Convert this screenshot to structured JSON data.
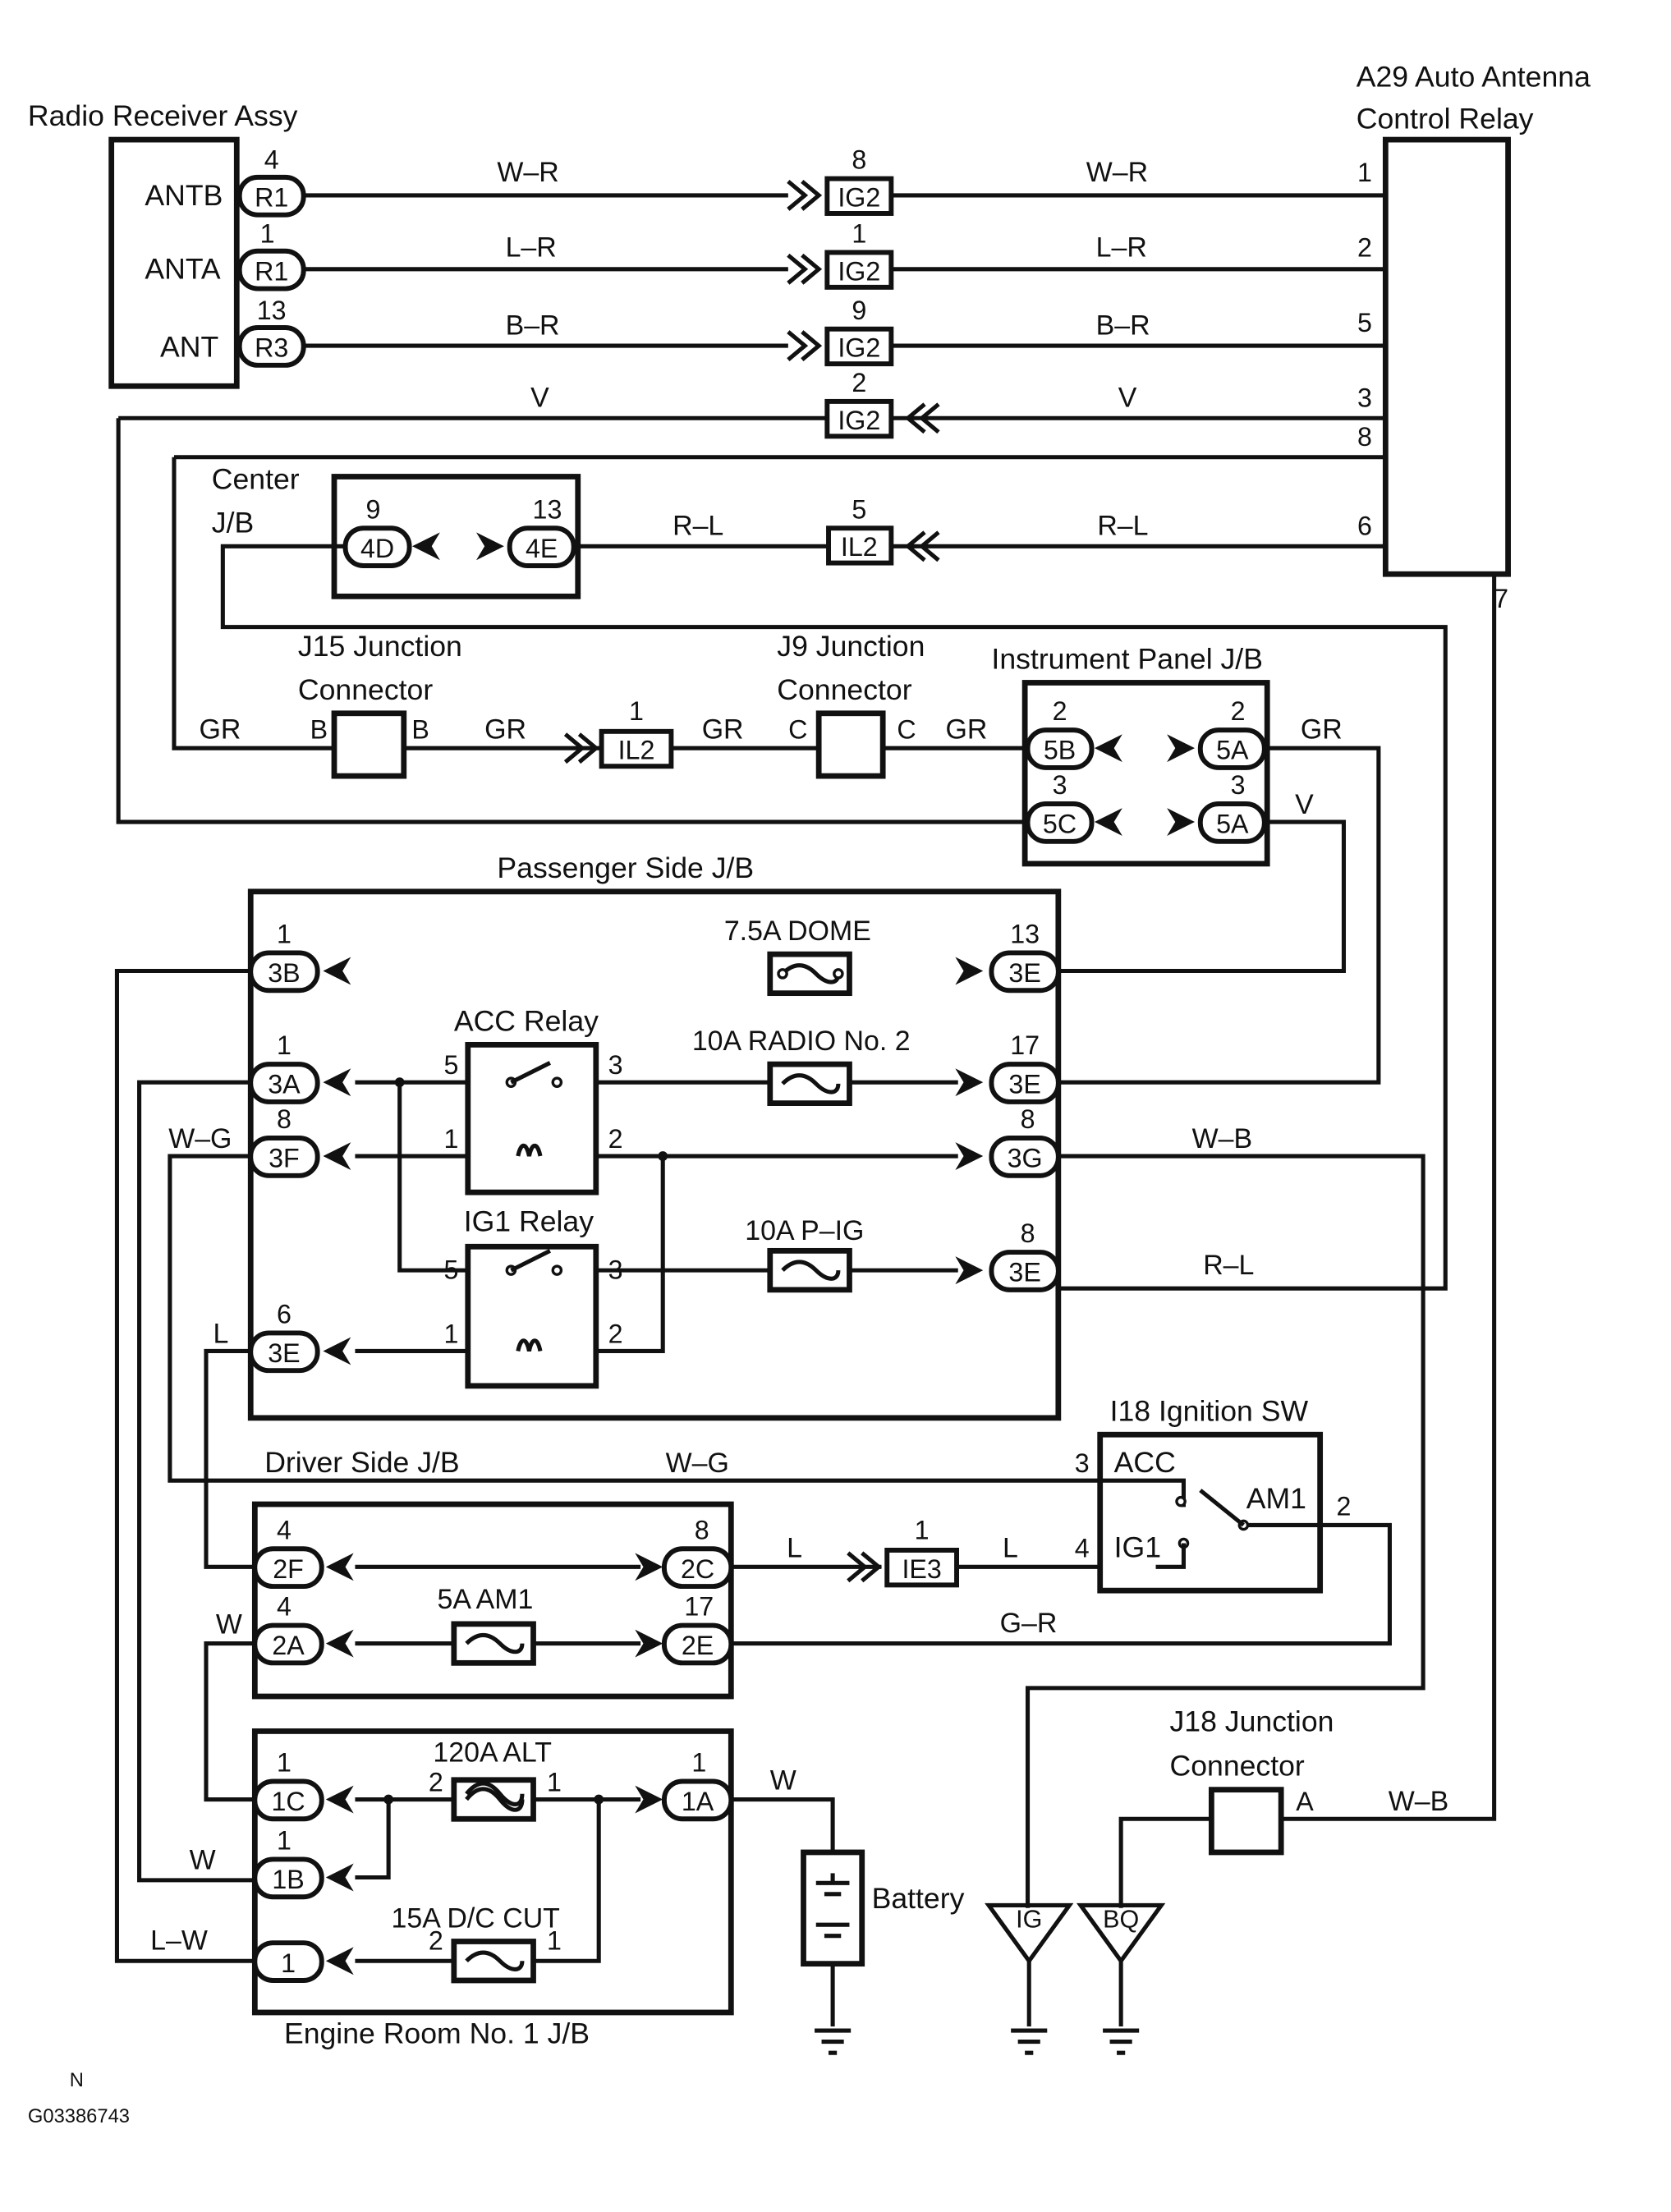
{
  "components": {
    "radio_receiver": {
      "title": "Radio Receiver Assy",
      "pins": [
        "ANTB",
        "ANTA",
        "ANT"
      ]
    },
    "antenna_relay": {
      "title_line1": "A29 Auto Antenna",
      "title_line2": "Control Relay"
    },
    "center_jb": {
      "title_line1": "Center",
      "title_line2": "J/B"
    },
    "j15": {
      "title_line1": "J15 Junction",
      "title_line2": "Connector"
    },
    "j9": {
      "title_line1": "J9 Junction",
      "title_line2": "Connector"
    },
    "instrument_panel_jb": {
      "title": "Instrument Panel J/B"
    },
    "passenger_jb": {
      "title": "Passenger Side J/B"
    },
    "acc_relay": {
      "title": "ACC Relay"
    },
    "ig1_relay": {
      "title": "IG1 Relay"
    },
    "ignition_switch": {
      "title": "I18 Ignition SW",
      "acc": "ACC",
      "ig1": "IG1",
      "am1": "AM1"
    },
    "driver_jb": {
      "title": "Driver Side J/B"
    },
    "engine_room_jb": {
      "title": "Engine Room No. 1 J/B"
    },
    "j18": {
      "title_line1": "J18 Junction",
      "title_line2": "Connector"
    },
    "battery": {
      "label": "Battery"
    },
    "grounds": [
      "IG",
      "BQ"
    ]
  },
  "fuses": [
    "7.5A DOME",
    "10A RADIO No. 2",
    "10A P–IG",
    "5A AM1",
    "120A ALT",
    "15A D/C CUT"
  ],
  "connectors": {
    "r1a": "R1",
    "r1b": "R1",
    "r3": "R3",
    "ig2a": "IG2",
    "ig2b": "IG2",
    "ig2c": "IG2",
    "ig2d": "IG2",
    "il2a": "IL2",
    "il2b": "IL2",
    "ie3": "IE3",
    "c4d": "4D",
    "c4e": "4E",
    "c5b": "5B",
    "c5a1": "5A",
    "c5c": "5C",
    "c5a2": "5A",
    "c3b": "3B",
    "c3e1": "3E",
    "c3a": "3A",
    "c3e2": "3E",
    "c3f": "3F",
    "c3g": "3G",
    "c3e3": "3E",
    "c3e4": "3E",
    "c2f": "2F",
    "c2c": "2C",
    "c2a": "2A",
    "c2e": "2E",
    "c1c": "1C",
    "c1a": "1A",
    "c1b": "1B",
    "c1": "1"
  },
  "wire_colors": {
    "wr1": "W–R",
    "wr2": "W–R",
    "lr1": "L–R",
    "lr2": "L–R",
    "br1": "B–R",
    "br2": "B–R",
    "v1": "V",
    "v2": "V",
    "v3": "V",
    "rl1": "R–L",
    "rl2": "R–L",
    "rl3": "R–L",
    "gr1": "GR",
    "gr2": "GR",
    "gr3": "GR",
    "gr4": "GR",
    "gr5": "GR",
    "wg1": "W–G",
    "wg2": "W–G",
    "wb1": "W–B",
    "wb2": "W–B",
    "l1": "L",
    "l2": "L",
    "l3": "L",
    "gr_green": "G–R",
    "w1": "W",
    "w2": "W",
    "w3": "W",
    "lw": "L–W"
  },
  "pin_numbers": {
    "p4": "4",
    "p1": "1",
    "p13": "13",
    "i8": "8",
    "i1": "1",
    "i9": "9",
    "i2": "2",
    "i5": "5",
    "a1": "1",
    "a2": "2",
    "a5": "5",
    "a3": "3",
    "a8": "8",
    "a6": "6",
    "a7": "7",
    "cj9": "9",
    "cj13": "13",
    "j15b1": "B",
    "j15b2": "B",
    "il2n": "1",
    "j9c1": "C",
    "j9c2": "C",
    "ip2a": "2",
    "ip2b": "2",
    "ip3a": "3",
    "ip3b": "3",
    "ps1a": "1",
    "ps13": "13",
    "ps1b": "1",
    "ps17": "17",
    "ps8a": "8",
    "ps8b": "8",
    "ps6": "6",
    "acc5": "5",
    "acc3": "3",
    "acc1": "1",
    "acc2": "2",
    "ig5": "5",
    "ig3": "3",
    "ig1": "1",
    "ig2": "2",
    "sw3": "3",
    "sw4": "4",
    "sw2": "2",
    "ds4a": "4",
    "ds8": "8",
    "ds4b": "4",
    "ds17": "17",
    "ie3n": "1",
    "er1a": "1",
    "er1b": "1",
    "er1c": "1",
    "alt2": "2",
    "alt1": "1",
    "dc2": "2",
    "dc1": "1",
    "j18a": "A"
  },
  "footer": {
    "orientation": "N",
    "code": "G03386743"
  }
}
